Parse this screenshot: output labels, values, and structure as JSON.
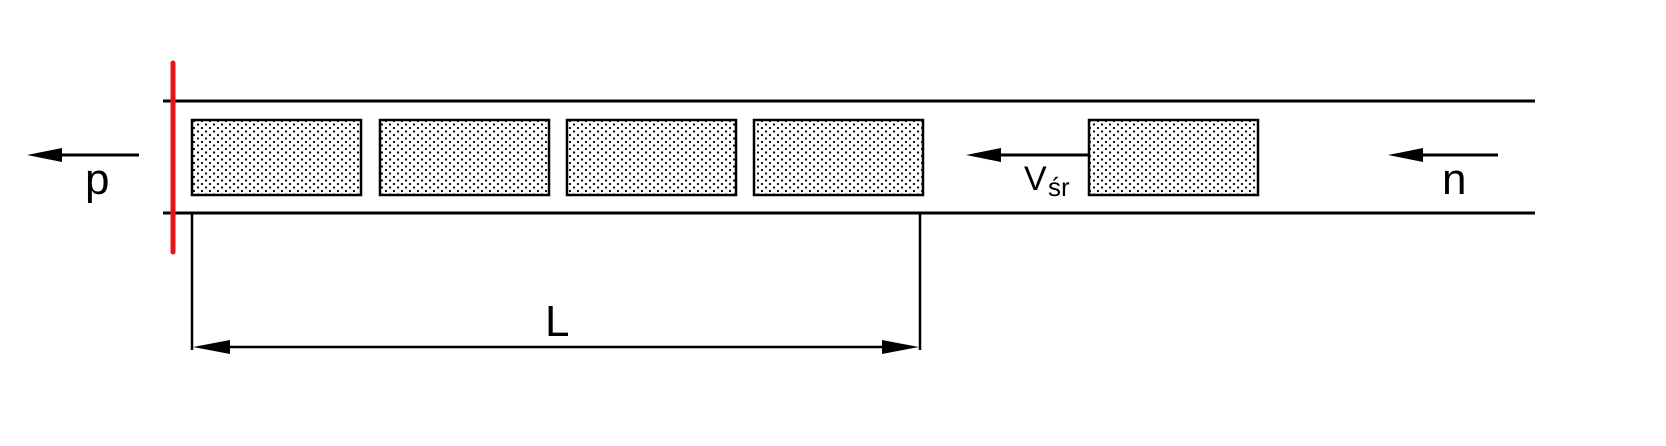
{
  "labels": {
    "outflow": "p",
    "inflow": "n",
    "speed_main": "V",
    "speed_sub": "śr",
    "queue_length": "L"
  },
  "queue": {
    "queued_vehicles": 4,
    "approaching_vehicles": 1
  },
  "colors": {
    "stop_line": "#e8141b",
    "stroke": "#000000",
    "vehicle_fill": "#ffffff",
    "vehicle_dots": "#000000"
  },
  "icons": {
    "outflow_arrow": "arrow-left-icon",
    "inflow_arrow": "arrow-left-icon",
    "speed_arrow": "arrow-left-icon"
  }
}
